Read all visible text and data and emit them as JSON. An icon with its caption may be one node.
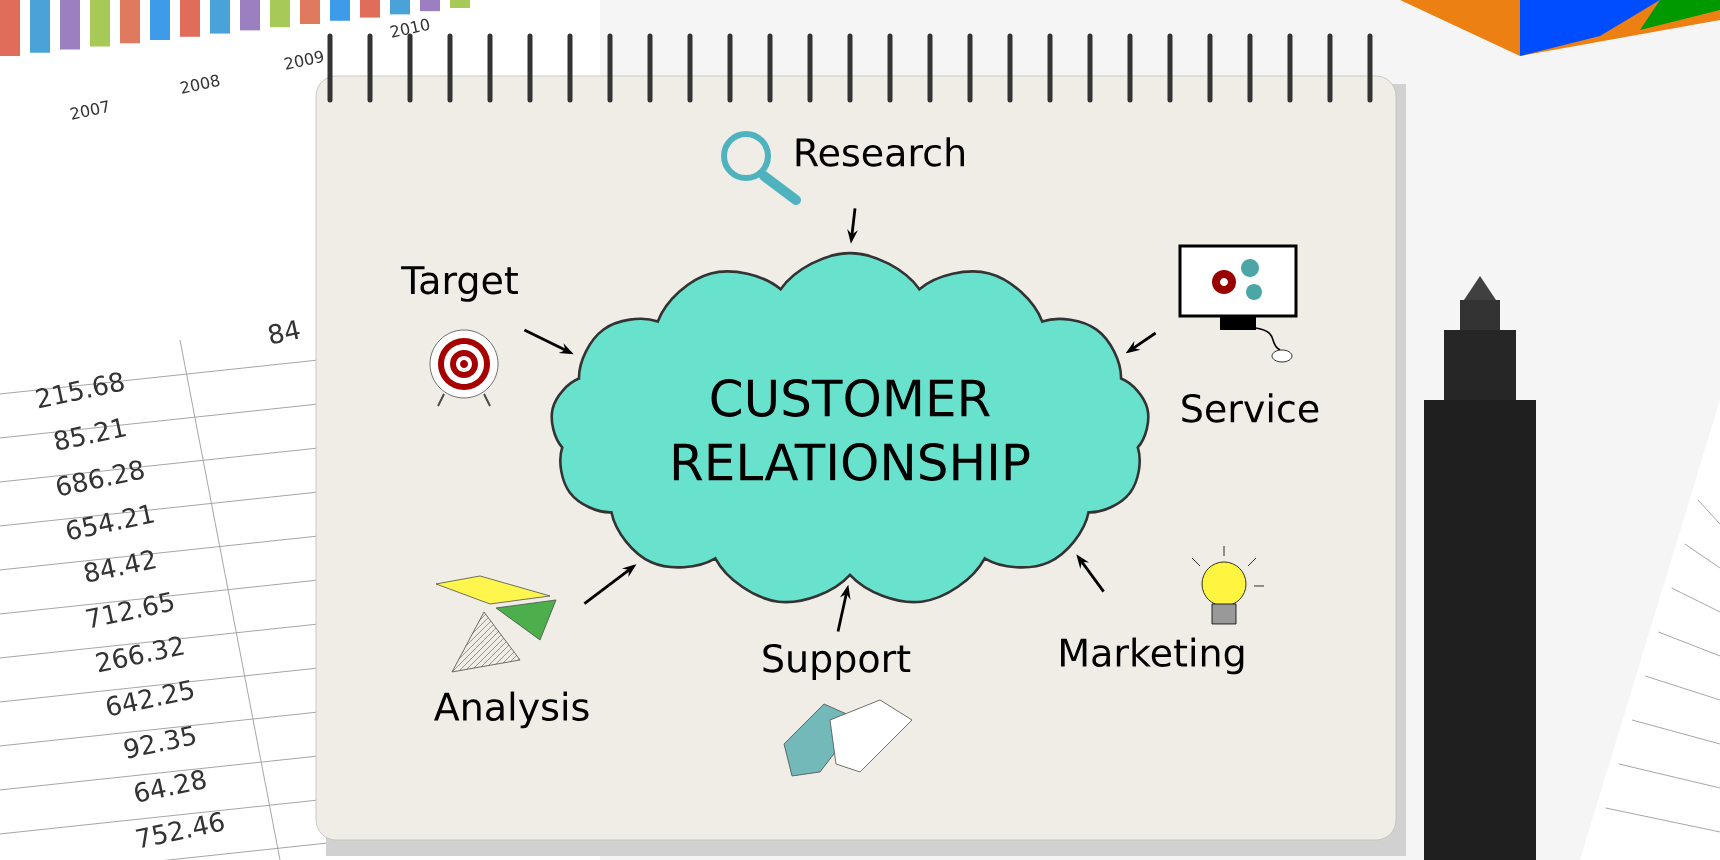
{
  "diagram": {
    "nodes": [
      {
        "text": [
          "CUSTOMER RELATIONSHIP"
        ]
      },
      {
        "text": [
          "Research"
        ]
      },
      {
        "text": [
          "Target"
        ]
      },
      {
        "text": [
          "Service"
        ]
      },
      {
        "text": [
          "Analysis"
        ]
      },
      {
        "text": [
          "Support"
        ]
      },
      {
        "text": [
          "Marketing"
        ]
      }
    ],
    "edges": [
      {
        "from": 1,
        "to": 0,
        "arrow": "to"
      },
      {
        "from": 2,
        "to": 0,
        "arrow": "to"
      },
      {
        "from": 3,
        "to": 0,
        "arrow": "to"
      },
      {
        "from": 4,
        "to": 0,
        "arrow": "to"
      },
      {
        "from": 5,
        "to": 0,
        "arrow": "to"
      },
      {
        "from": 6,
        "to": 0,
        "arrow": "to"
      }
    ],
    "labels": [
      "2010",
      "2009",
      "2008",
      "2007",
      "84",
      "215.68",
      "85.21",
      "686.28",
      "654.21",
      "84.42",
      "712.65",
      "266.32",
      "642.25",
      "92.35",
      "64.28",
      "752.46"
    ]
  }
}
